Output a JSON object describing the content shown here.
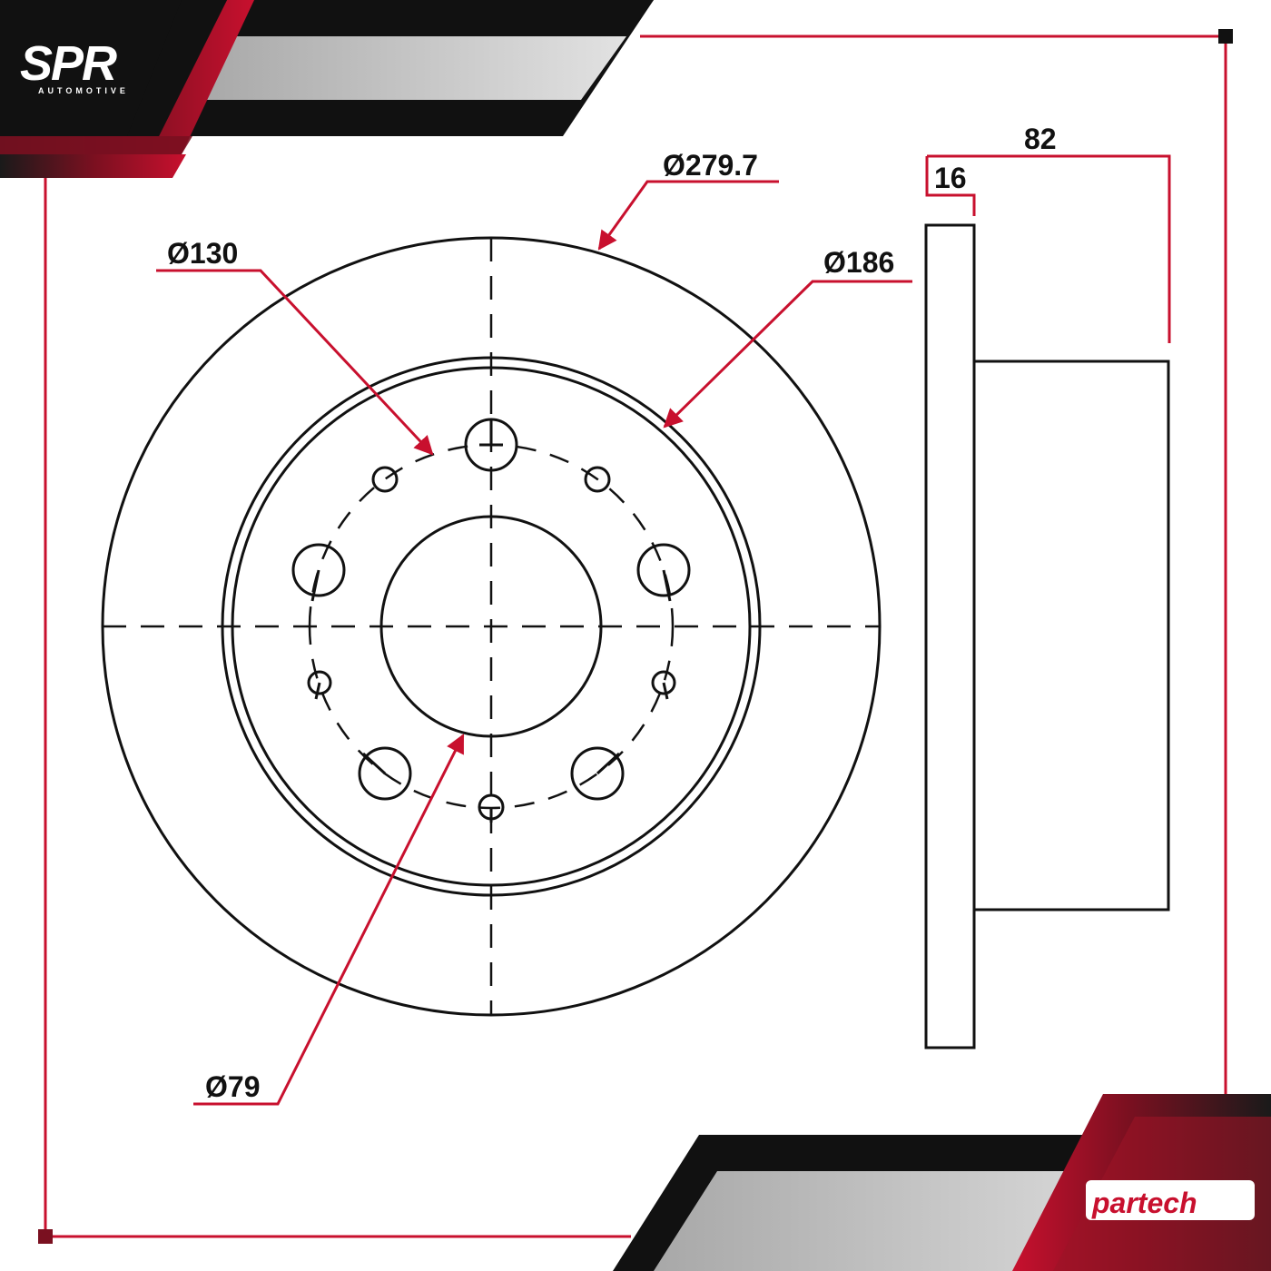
{
  "brand": {
    "spr_logo": "SPR",
    "spr_sub": "AUTOMOTIVE",
    "partech_logo": "partech"
  },
  "dimensions": {
    "outer_diameter": "Ø279.7",
    "bolt_circle": "Ø130",
    "hat_diameter": "Ø186",
    "center_bore": "Ø79",
    "thickness": "16",
    "height": "82"
  },
  "colors": {
    "accent": "#c8102e",
    "line": "#111111",
    "dark": "#111111",
    "gray": "#c9c9c9"
  }
}
